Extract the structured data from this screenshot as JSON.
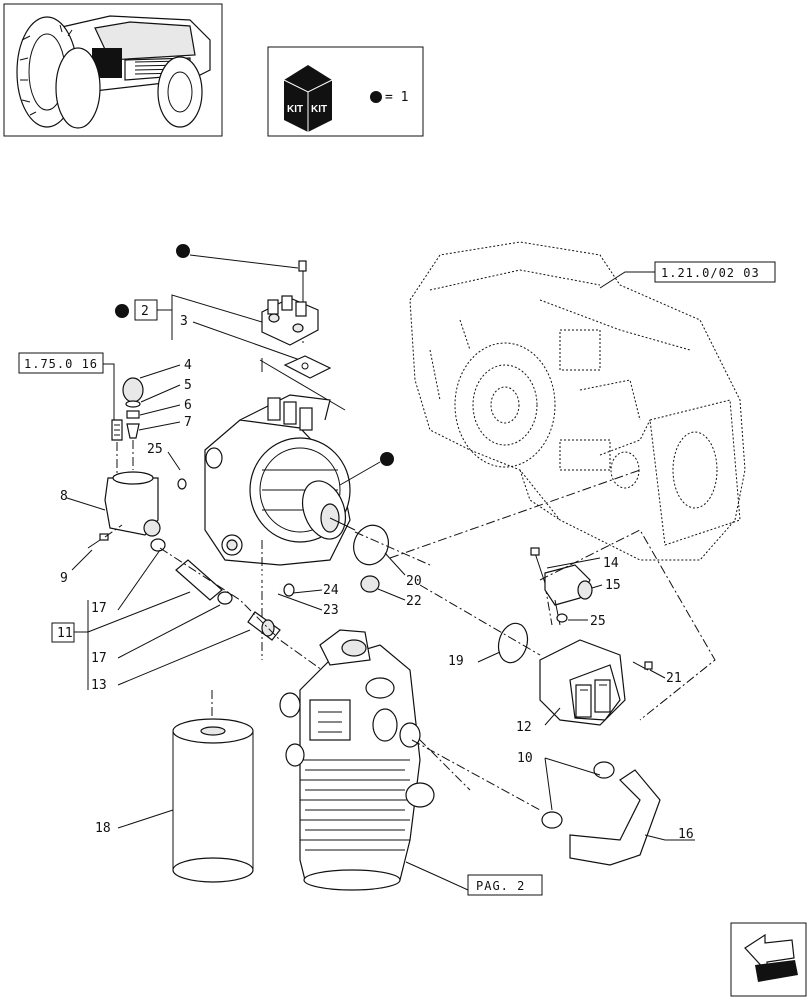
{
  "legend": {
    "kit_icon_text": "KIT",
    "equals_text": "= 1"
  },
  "refs": {
    "transmission": "1.21.0/02  03",
    "kit_group": "2",
    "valve_ref": "1.75.0 16",
    "clamp_group": "11",
    "filter_page": "PAG. 2"
  },
  "callouts": [
    "4",
    "5",
    "6",
    "7",
    "25",
    "8",
    "9",
    "3",
    "17",
    "17",
    "13",
    "18",
    "24",
    "23",
    "20",
    "22",
    "14",
    "15",
    "25",
    "19",
    "21",
    "12",
    "10",
    "16"
  ]
}
